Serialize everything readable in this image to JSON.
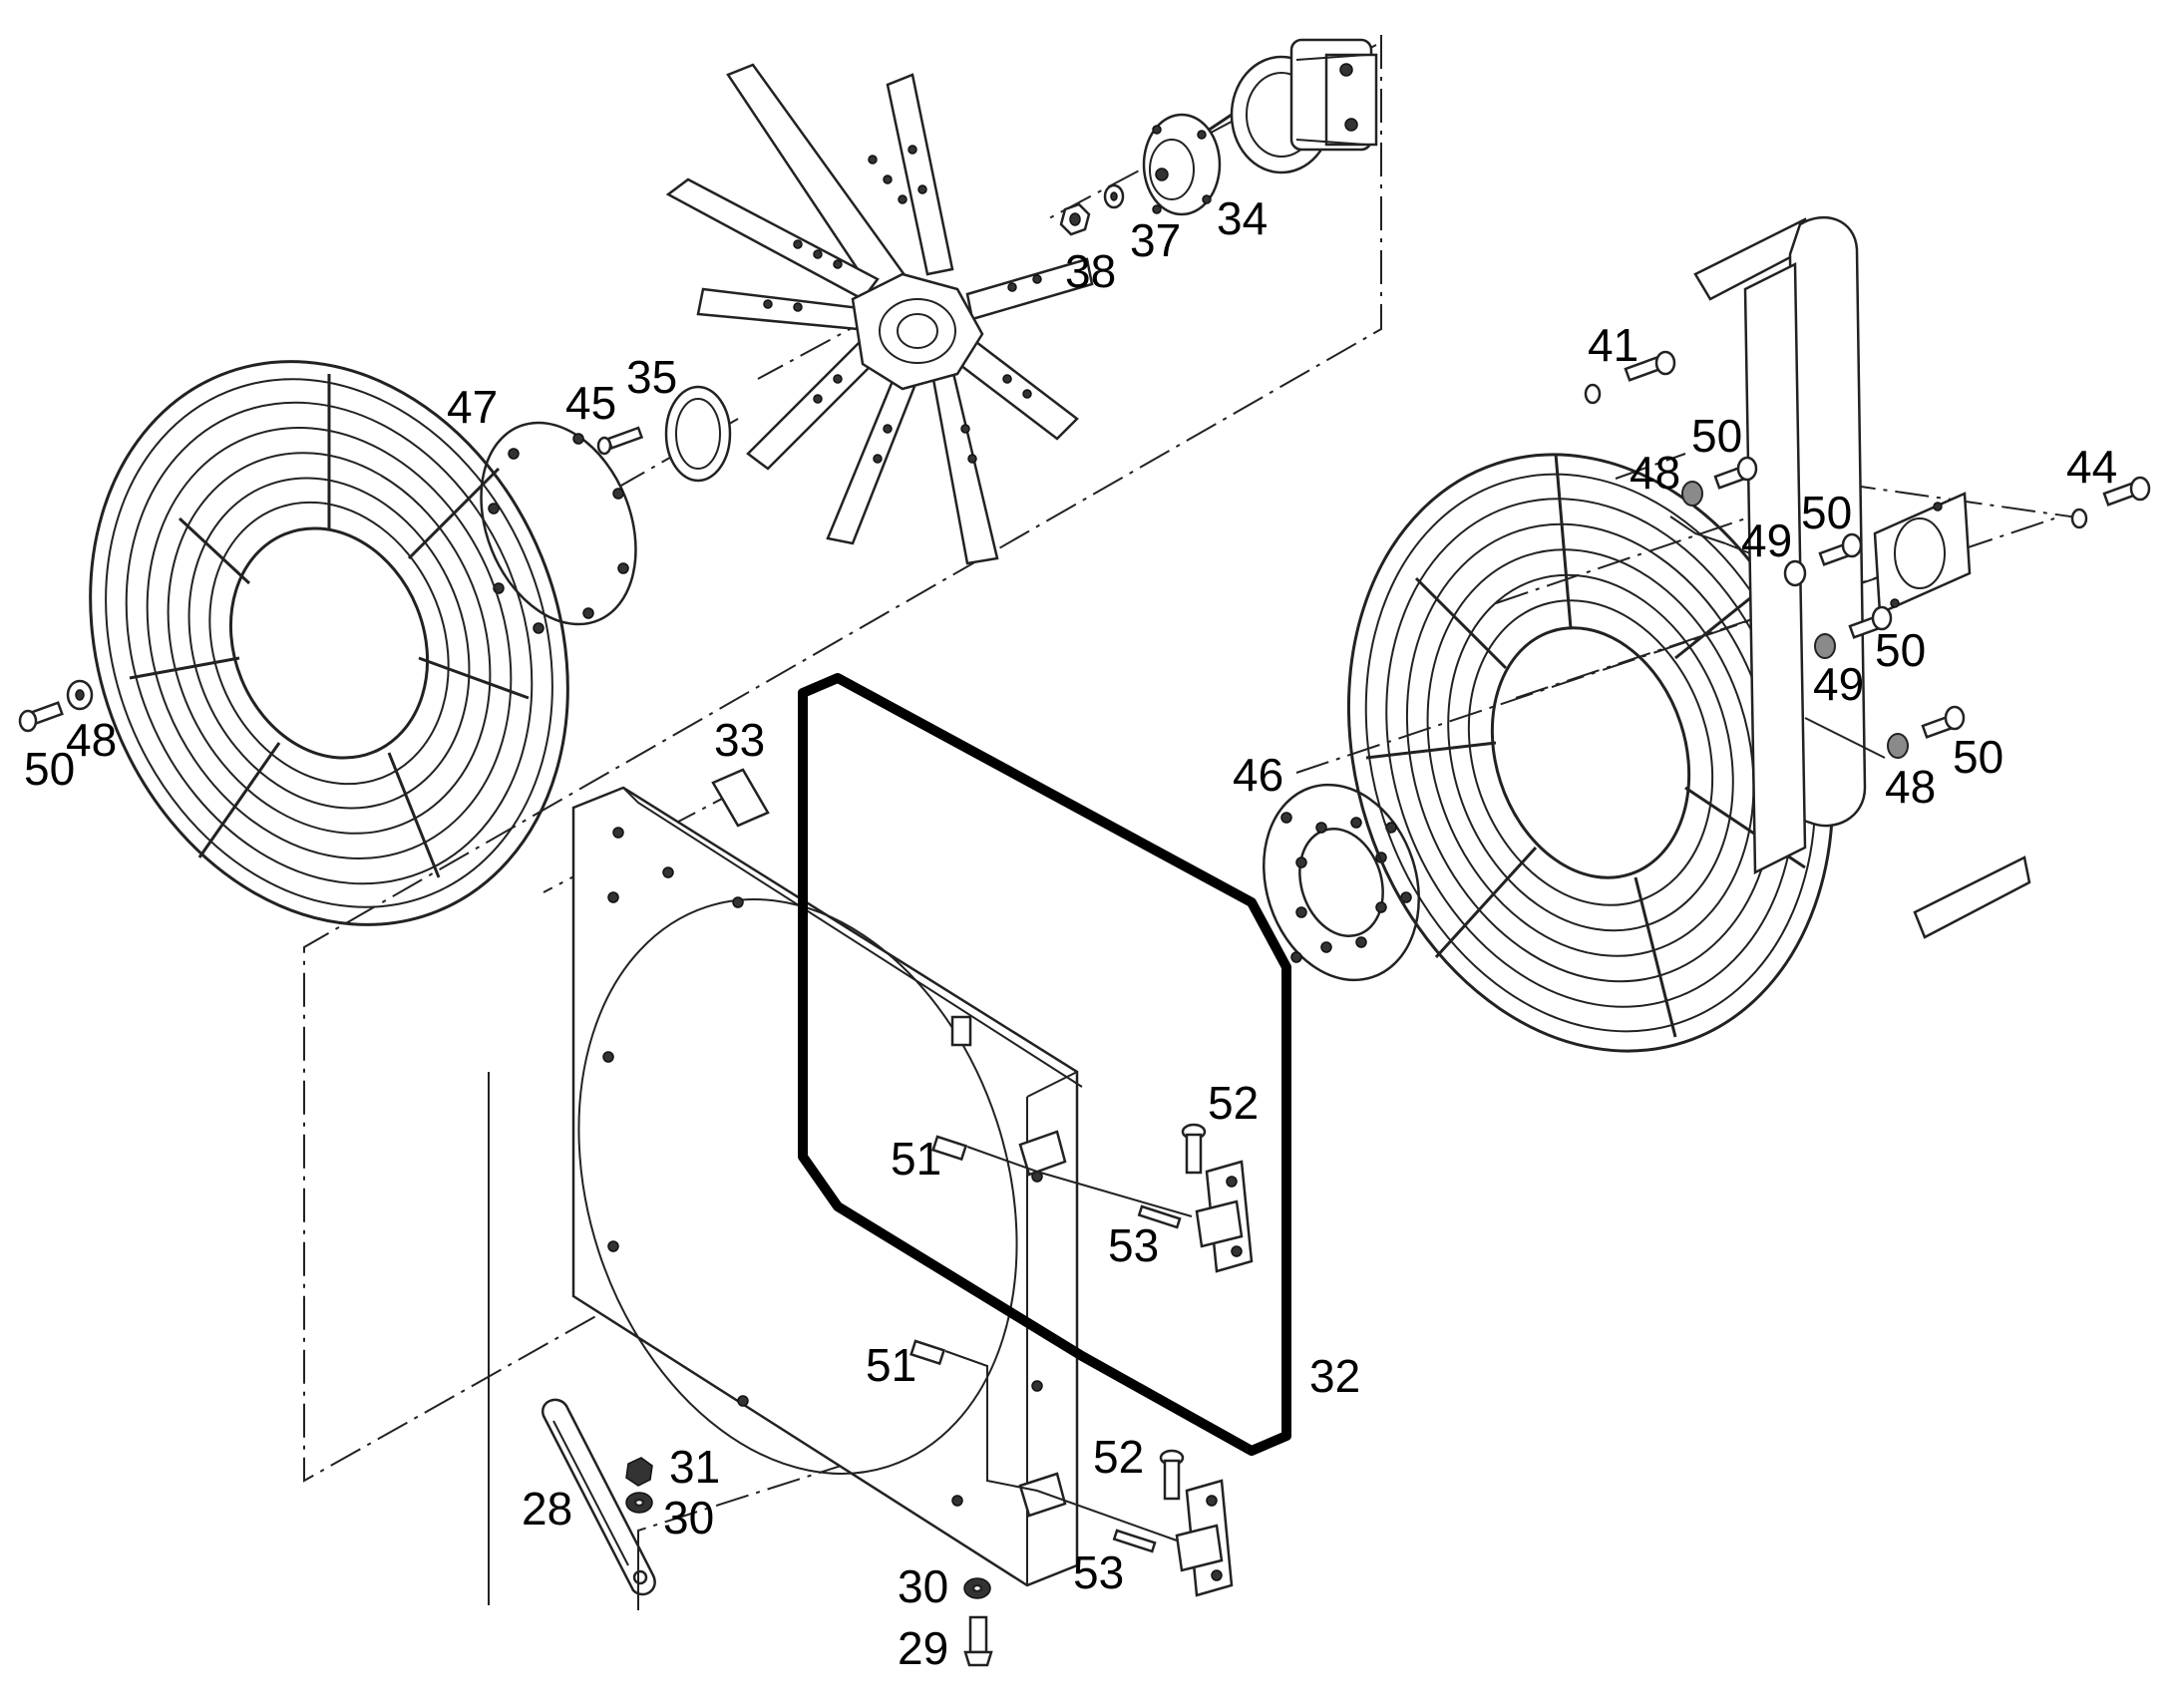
{
  "callouts": [
    {
      "id": "c34",
      "text": "34"
    },
    {
      "id": "c37",
      "text": "37"
    },
    {
      "id": "c38",
      "text": "38"
    },
    {
      "id": "c41",
      "text": "41"
    },
    {
      "id": "c35",
      "text": "35"
    },
    {
      "id": "c47",
      "text": "47"
    },
    {
      "id": "c45",
      "text": "45"
    },
    {
      "id": "c50a",
      "text": "50"
    },
    {
      "id": "c48a",
      "text": "48"
    },
    {
      "id": "c48b",
      "text": "48"
    },
    {
      "id": "c50b",
      "text": "50"
    },
    {
      "id": "c44",
      "text": "44"
    },
    {
      "id": "c49a",
      "text": "49"
    },
    {
      "id": "c50c",
      "text": "50"
    },
    {
      "id": "c50d",
      "text": "50"
    },
    {
      "id": "c49b",
      "text": "49"
    },
    {
      "id": "c50e",
      "text": "50"
    },
    {
      "id": "c48c",
      "text": "48"
    },
    {
      "id": "c33",
      "text": "33"
    },
    {
      "id": "c46",
      "text": "46"
    },
    {
      "id": "c52a",
      "text": "52"
    },
    {
      "id": "c51a",
      "text": "51"
    },
    {
      "id": "c53a",
      "text": "53"
    },
    {
      "id": "c51b",
      "text": "51"
    },
    {
      "id": "c32",
      "text": "32"
    },
    {
      "id": "c31",
      "text": "31"
    },
    {
      "id": "c28",
      "text": "28"
    },
    {
      "id": "c30a",
      "text": "30"
    },
    {
      "id": "c52b",
      "text": "52"
    },
    {
      "id": "c53b",
      "text": "53"
    },
    {
      "id": "c30b",
      "text": "30"
    },
    {
      "id": "c29",
      "text": "29"
    }
  ]
}
